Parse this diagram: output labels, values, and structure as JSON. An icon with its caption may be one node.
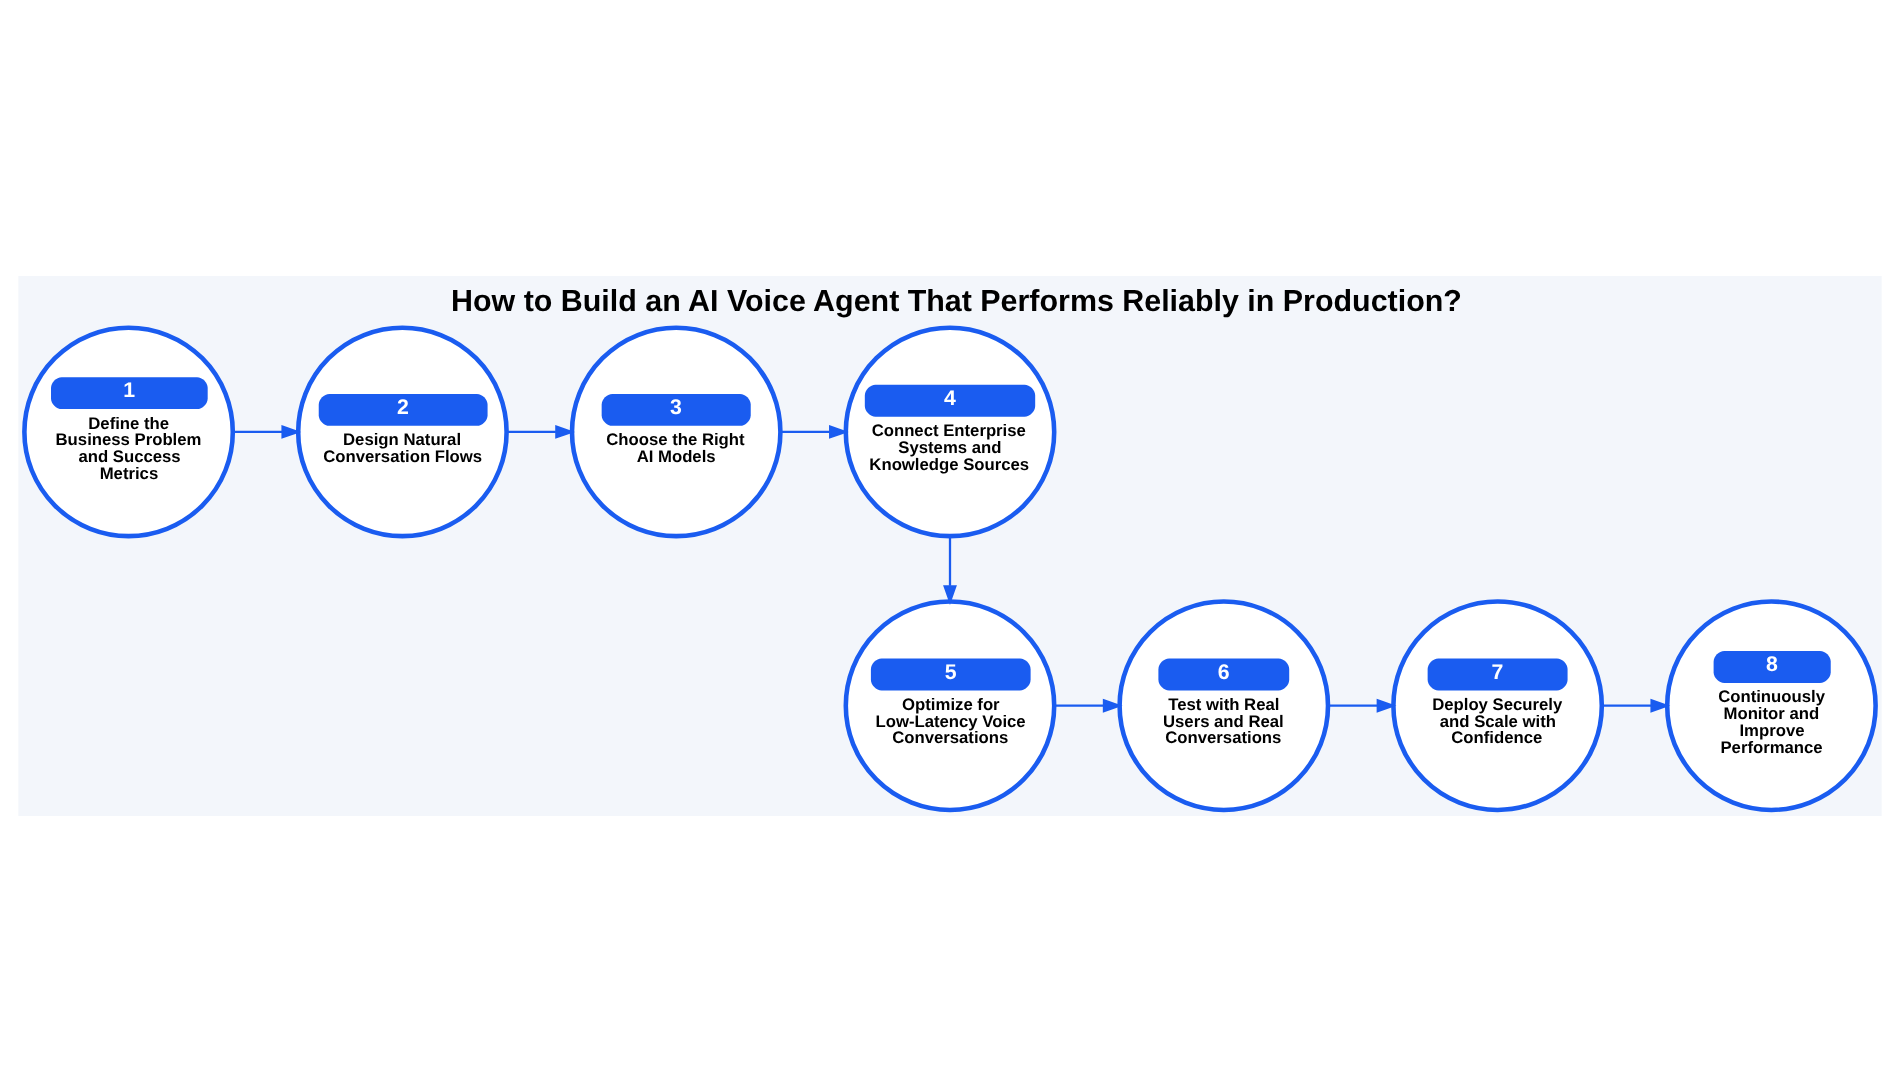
{
  "diagram": {
    "title": "How to Build an AI Voice Agent That Performs Reliably in Production?",
    "nodes": [
      {
        "text": [
          "1",
          "Define the Business Problem and Success Metrics"
        ]
      },
      {
        "text": [
          "2",
          "Design Natural Conversation Flows"
        ]
      },
      {
        "text": [
          "3",
          "Choose the Right AI Models"
        ]
      },
      {
        "text": [
          "4",
          "Connect Enterprise Systems and Knowledge Sources"
        ]
      },
      {
        "text": [
          "5",
          "Optimize for Low-Latency Voice Conversations"
        ]
      },
      {
        "text": [
          "6",
          "Test with Real Users and Real Conversations"
        ]
      },
      {
        "text": [
          "7",
          "Deploy Securely and Scale with Confidence"
        ]
      },
      {
        "text": [
          "8",
          "Continuously Monitor and Improve Performance"
        ]
      }
    ],
    "edges": [
      {
        "from": 0,
        "to": 1,
        "arrow": "to"
      },
      {
        "from": 1,
        "to": 2,
        "arrow": "to"
      },
      {
        "from": 2,
        "to": 3,
        "arrow": "to"
      },
      {
        "from": 3,
        "to": 4,
        "arrow": "to"
      },
      {
        "from": 4,
        "to": 5,
        "arrow": "to"
      },
      {
        "from": 5,
        "to": 6,
        "arrow": "to"
      },
      {
        "from": 6,
        "to": 7,
        "arrow": "to"
      }
    ]
  }
}
